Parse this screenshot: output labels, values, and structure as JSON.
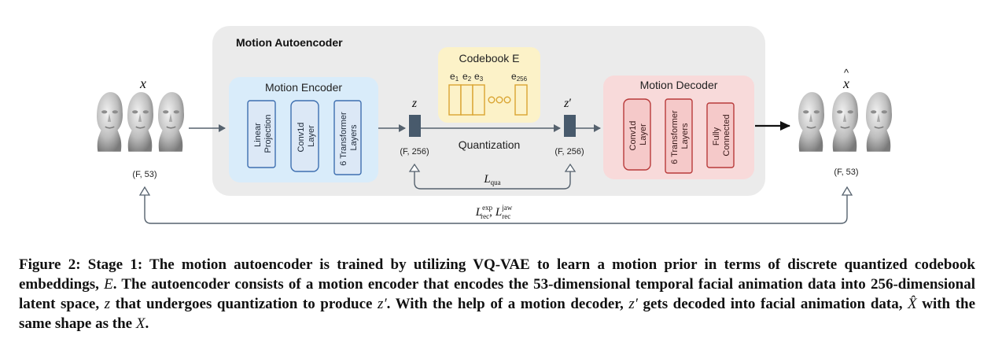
{
  "figure": {
    "autoencoder_title": "Motion Autoencoder",
    "input": {
      "symbol": "x",
      "shape": "(F, 53)"
    },
    "output": {
      "symbol": "x",
      "shape": "(F, 53)"
    },
    "encoder": {
      "title": "Motion Encoder",
      "layers": [
        {
          "line1": "Linear",
          "line2": "Projection"
        },
        {
          "line1": "Conv1d",
          "line2": "Layer"
        },
        {
          "line1": "6 Transformer",
          "line2": "Layers"
        }
      ]
    },
    "decoder": {
      "title": "Motion Decoder",
      "layers": [
        {
          "line1": "Conv1d",
          "line2": "Layer"
        },
        {
          "line1": "6 Transformer",
          "line2": "Layers"
        },
        {
          "line1": "Fully",
          "line2": "Connected"
        }
      ]
    },
    "codebook": {
      "title": "Codebook E",
      "e1": "e",
      "e1_sub": "1",
      "e2": "e",
      "e2_sub": "2",
      "e3": "e",
      "e3_sub": "3",
      "e256": "e",
      "e256_sub": "256"
    },
    "latent": {
      "symbol": "z",
      "shape": "(F, 256)"
    },
    "latent_q": {
      "symbol": "z",
      "prime": "′",
      "shape": "(F, 256)"
    },
    "quantization_label": "Quantization",
    "loss_qua": {
      "symbol": "L",
      "sub": "qua"
    },
    "loss_rec": {
      "symbol": "L",
      "sup1": "exp",
      "sub1": "rec",
      "sep": ",",
      "sup2": "jaw",
      "sub2": "rec"
    }
  },
  "caption": {
    "label": "Figure 2: Stage 1: The motion autoencoder is trained by utilizing VQ-VAE to learn a motion prior in terms of discrete quantized codebook embeddings,",
    "m1": "E",
    "t1": ". The autoencoder consists of a motion encoder that encodes the 53-dimensional temporal facial animation data into 256-dimensional latent space,",
    "m2": "z",
    "t2": "that undergoes quantization to produce",
    "m3": "z′",
    "t3": ". With the help of a motion decoder,",
    "m4": "z′",
    "t4": "gets decoded into facial animation data,",
    "m5": "X̂",
    "t5": "with the same shape as the",
    "m6": "X",
    "t6": "."
  },
  "colors": {
    "autoencoder_bg": "#ebebeb",
    "encoder_bg": "#d9ecfa",
    "encoder_box": "#dce8f6",
    "encoder_stroke": "#3e6fb0",
    "decoder_bg": "#f8dada",
    "decoder_box": "#f5c9c9",
    "decoder_stroke": "#b83a3a",
    "codebook_bg": "#fcf2c8",
    "codebook_stroke": "#d9a431",
    "latent_bar": "#485a6c",
    "arrow": "#56626e"
  }
}
